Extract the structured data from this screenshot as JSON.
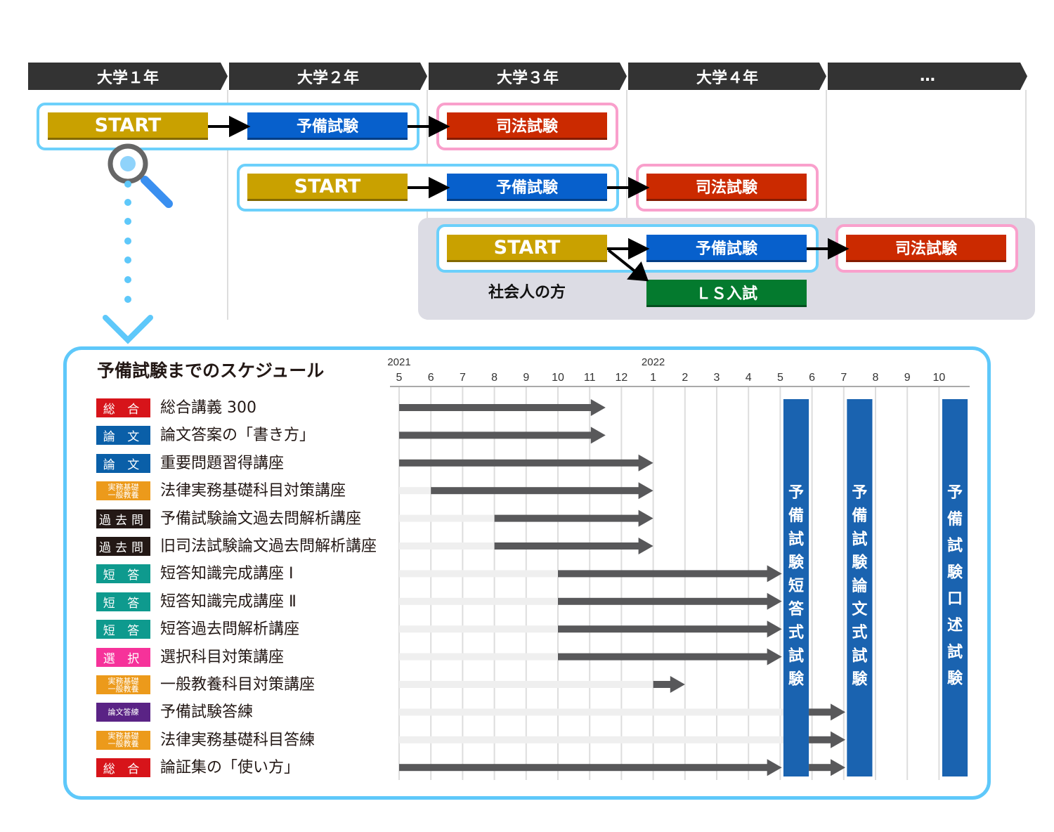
{
  "top": {
    "years": [
      "大学１年",
      "大学２年",
      "大学３年",
      "大学４年",
      "…"
    ],
    "routes": [
      {
        "start": "START",
        "yobi": "予備試験",
        "shiho": "司法試験"
      },
      {
        "start": "START",
        "yobi": "予備試験",
        "shiho": "司法試験"
      },
      {
        "start": "START",
        "yobi": "予備試験",
        "shiho": "司法試験",
        "ls": "ＬＳ入試",
        "note": "社会人の方"
      }
    ]
  },
  "schedule": {
    "title": "予備試験までのスケジュール",
    "years": [
      "2021",
      "2022"
    ],
    "months": [
      "5",
      "6",
      "7",
      "8",
      "9",
      "10",
      "11",
      "12",
      "1",
      "2",
      "3",
      "4",
      "5",
      "6",
      "7",
      "8",
      "9",
      "10"
    ],
    "rows": [
      {
        "badge": "総 合",
        "badge_color": "#d7141a",
        "label": "総合講義 300",
        "light": [
          0,
          0
        ],
        "segments": [
          [
            0,
            6.5
          ]
        ]
      },
      {
        "badge": "論 文",
        "badge_color": "#0a5fa8",
        "label": "論文答案の「書き方」",
        "light": [
          0,
          0
        ],
        "segments": [
          [
            0,
            6.5
          ]
        ]
      },
      {
        "badge": "論 文",
        "badge_color": "#0a5fa8",
        "label": "重要問題習得講座",
        "light": [
          0,
          0
        ],
        "segments": [
          [
            0,
            8
          ]
        ]
      },
      {
        "badge": "実務基礎\n一般教養",
        "badge_color": "#ec9a1b",
        "label": "法律実務基礎科目対策講座",
        "light": [
          0,
          1
        ],
        "segments": [
          [
            1,
            8
          ]
        ]
      },
      {
        "badge": "過去問",
        "badge_color": "#231815",
        "label": "予備試験論文過去問解析講座",
        "light": [
          0,
          3
        ],
        "segments": [
          [
            3,
            8
          ]
        ]
      },
      {
        "badge": "過去問",
        "badge_color": "#231815",
        "label": "旧司法試験論文過去問解析講座",
        "light": [
          0,
          3
        ],
        "segments": [
          [
            3,
            8
          ]
        ]
      },
      {
        "badge": "短 答",
        "badge_color": "#0e9a8e",
        "label": "短答知識完成講座 Ⅰ",
        "light": [
          0,
          5
        ],
        "segments": [
          [
            5,
            12.05
          ]
        ]
      },
      {
        "badge": "短 答",
        "badge_color": "#0e9a8e",
        "label": "短答知識完成講座 Ⅱ",
        "light": [
          0,
          5
        ],
        "segments": [
          [
            5,
            12.05
          ]
        ]
      },
      {
        "badge": "短 答",
        "badge_color": "#0e9a8e",
        "label": "短答過去問解析講座",
        "light": [
          0,
          5
        ],
        "segments": [
          [
            5,
            12.05
          ]
        ]
      },
      {
        "badge": "選 択",
        "badge_color": "#f6329a",
        "label": "選択科目対策講座",
        "light": [
          0,
          5
        ],
        "segments": [
          [
            5,
            12.05
          ]
        ]
      },
      {
        "badge": "実務基礎\n一般教養",
        "badge_color": "#ec9a1b",
        "label": "一般教養科目対策講座",
        "light": [
          0,
          8
        ],
        "segments": [
          [
            8,
            9
          ]
        ]
      },
      {
        "badge": "論文答練",
        "badge_color": "#5a2385",
        "label": "予備試験答練",
        "light": [
          0,
          12.1
        ],
        "segments": [
          [
            12.9,
            14.05
          ]
        ]
      },
      {
        "badge": "実務基礎\n一般教養",
        "badge_color": "#ec9a1b",
        "label": "法律実務基礎科目答練",
        "light": [
          0,
          12.1
        ],
        "segments": [
          [
            12.9,
            14.05
          ]
        ]
      },
      {
        "badge": "総 合",
        "badge_color": "#d7141a",
        "label": "論証集の「使い方」",
        "light": [
          0,
          0
        ],
        "segments": [
          [
            0,
            12.05
          ],
          [
            12.9,
            14.05
          ]
        ]
      }
    ],
    "exams": [
      {
        "label": "予備試験短答式試験",
        "from": 12.1,
        "to": 12.9
      },
      {
        "label": "予備試験論文式試験",
        "from": 14.1,
        "to": 14.9
      },
      {
        "label": "予備試験口述試験",
        "from": 17.1,
        "to": 17.9
      }
    ],
    "colors": {
      "bar": "#58585a",
      "light": "#efefef",
      "exam": "#1a63b0"
    }
  }
}
